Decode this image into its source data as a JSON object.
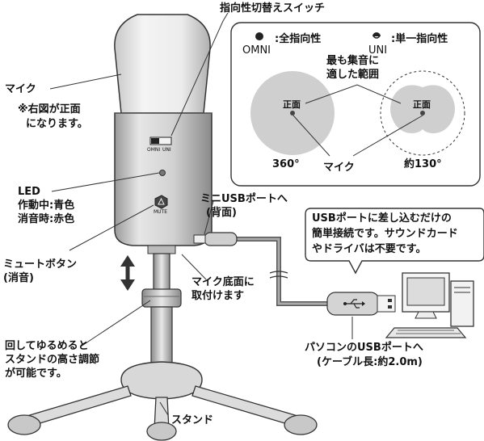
{
  "labels": {
    "switch_title": "指向性切替えスイッチ",
    "mic": "マイク",
    "mic_note_1": "※右図が正面",
    "mic_note_2": "になります。",
    "led": "LED",
    "led_active": "作動中:青色",
    "led_mute": "消音時:赤色",
    "mute_button_1": "ミュートボタン",
    "mute_button_2": "(消音)",
    "bottom_mount_1": "マイク底面に",
    "bottom_mount_2": "取付けます",
    "stand_adjust_1": "回してゆるめると",
    "stand_adjust_2": "スタンドの高さ調節",
    "stand_adjust_3": "が可能です。",
    "stand": "スタンド",
    "mini_usb_1": "ミニUSBポートへ",
    "mini_usb_2": "(背面)",
    "pc_port_1": "パソコンのUSBポートへ",
    "pc_port_2": "(ケーブル長:約2.0m)",
    "callout_1": "USBポートに差し込むだけの",
    "callout_2": "簡単接続です。サウンドカード",
    "callout_3": "やドライバは不要です。",
    "omni_label": "OMNI",
    "omni_desc": ":全指向性",
    "uni_label": "UNI",
    "uni_desc": ":単一指向性",
    "best_range_1": "最も集音に",
    "best_range_2": "適した範囲",
    "front_left": "正面",
    "front_right": "正面",
    "deg_360": "360°",
    "deg_130": "約130°",
    "mic_small": "マイク",
    "switch_omni": "OMNI",
    "switch_uni": "UNI",
    "mute_text": "MUTE"
  }
}
